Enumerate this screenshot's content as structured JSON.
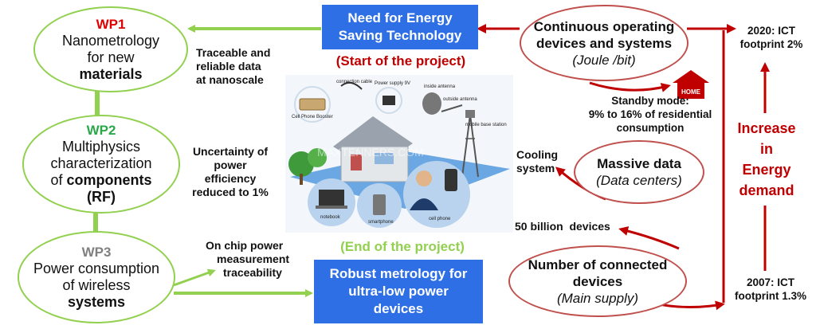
{
  "wp1": {
    "title": "WP1",
    "line1": "Nanometrology",
    "line2": "for new",
    "line3": "materials"
  },
  "wp2": {
    "title": "WP2",
    "line1": "Multiphysics",
    "line2": "characterization",
    "line3_pre": "of ",
    "line3_bold": "components",
    "line4": "(RF)"
  },
  "wp3": {
    "title": "WP3",
    "line1": "Power consumption",
    "line2": "of wireless",
    "line3": "systems"
  },
  "label_wp1": [
    "Traceable and",
    "reliable data",
    "at nanoscale"
  ],
  "label_wp2": [
    "Uncertainty of",
    "power",
    "efficiency",
    "reduced to 1%"
  ],
  "label_wp3": [
    "On chip power",
    "measurement",
    "traceability"
  ],
  "box_top": [
    "Need for Energy",
    "Saving Technology"
  ],
  "start_label": "(Start of the project)",
  "end_label": "(End of the project)",
  "box_bottom": [
    "Robust metrology for",
    "ultra-low power",
    "devices"
  ],
  "illustration": {
    "labels": {
      "cable": "connection cable",
      "power": "Power supply 9V",
      "inside": "inside antenna",
      "outside": "outside antenna",
      "booster": "Cell Phone Booster",
      "base": "mobile base station",
      "notebook": "notebook",
      "smartphone": "smartphone",
      "cellphone": "cell phone",
      "watermark": "MAXTENNERS.COM"
    }
  },
  "ellipse_continuous": {
    "line1": "Continuous operating",
    "line2": "devices and systems",
    "line3": "(Joule /bit)"
  },
  "home_label": "HOME",
  "standby": [
    "Standby mode:",
    "9% to 16% of residential",
    "consumption"
  ],
  "ellipse_massive": {
    "line1": "Massive data",
    "line2": "(Data centers)"
  },
  "cooling": [
    "Cooling",
    "system"
  ],
  "billion": "50 billion  devices",
  "ellipse_connected": {
    "line1": "Number of connected",
    "line2": "devices",
    "line3": "(Main supply)"
  },
  "ict_2020": [
    "2020: ICT",
    "footprint 2%"
  ],
  "ict_2007": [
    "2007: ICT",
    "footprint 1.3%"
  ],
  "increase": [
    "Increase",
    "in",
    "Energy",
    "demand"
  ],
  "colors": {
    "green": "#92d050",
    "red": "#c00000",
    "blue": "#2f6fe6",
    "wp1": "#e00000",
    "wp2": "#2aa84a",
    "wp3": "#808080"
  }
}
